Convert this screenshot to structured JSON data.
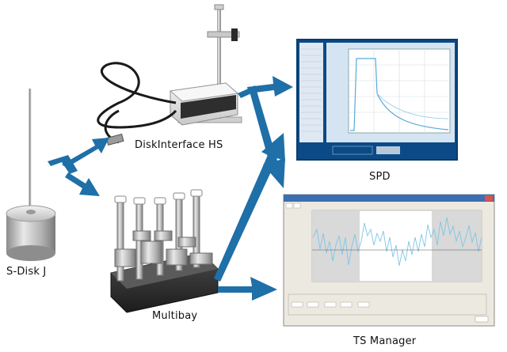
{
  "labels": {
    "sdisk": "S-Disk J",
    "diskinterface": "DiskInterface HS",
    "multibay": "Multibay",
    "spd": "SPD",
    "tsmanager": "TS Manager"
  },
  "colors": {
    "arrow": "#1f6fa8",
    "spd_frame": "#0b4a86",
    "spd_panel": "#d5e4f2",
    "ts_plot": "#ffffff",
    "ts_band": "#d9d9d9",
    "ts_trace": "#7fc6e6"
  },
  "icons": {
    "sensor": "s-disk-sensor-icon",
    "interface": "disk-interface-device-icon",
    "multibay": "multibay-rack-icon",
    "spd_window": "spd-software-window-icon",
    "ts_window": "ts-manager-software-window-icon"
  }
}
